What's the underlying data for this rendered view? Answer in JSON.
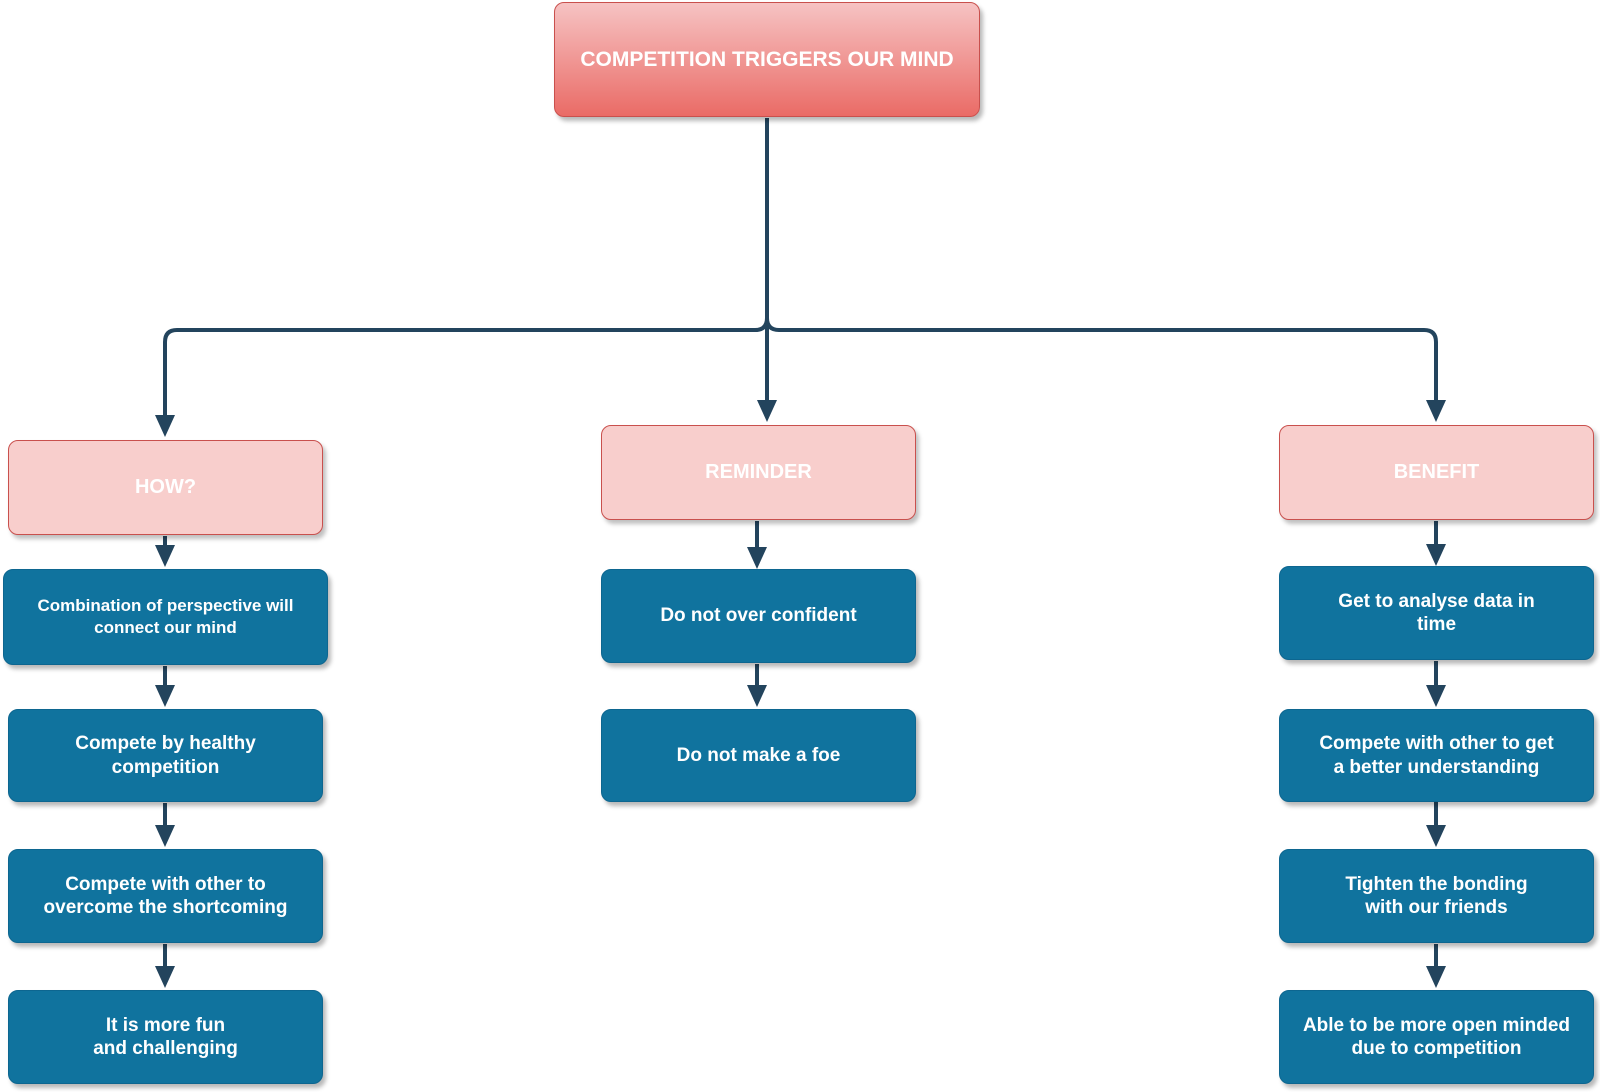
{
  "diagram": {
    "root": {
      "label": "COMPETITION TRIGGERS OUR MIND"
    },
    "columns": [
      {
        "category": "HOW?",
        "items": [
          "Combination of perspective will\nconnect our mind",
          "Compete by healthy\ncompetition",
          "Compete with other to\novercome the shortcoming",
          "It is more fun\nand challenging"
        ]
      },
      {
        "category": "REMINDER",
        "items": [
          "Do not over confident",
          "Do not make a foe"
        ]
      },
      {
        "category": "BENEFIT",
        "items": [
          "Get to analyse data in\ntime",
          "Compete with other to get\na better understanding",
          "Tighten the bonding\nwith our friends",
          "Able to be more open minded\ndue to competition"
        ]
      }
    ],
    "colors": {
      "root_fill_top": "#f6c3c3",
      "root_fill_bottom": "#ea6b66",
      "category_fill": "#f8cecc",
      "category_border": "#c9504d",
      "item_fill": "#10739e",
      "connector": "#23445d",
      "text": "#ffffff"
    }
  }
}
